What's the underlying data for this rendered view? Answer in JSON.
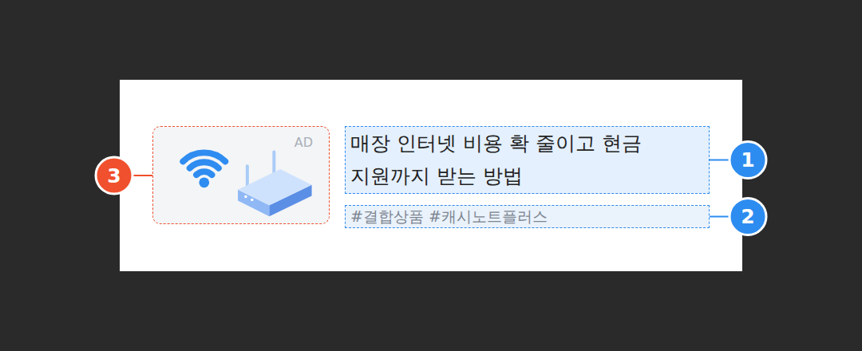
{
  "diagram": {
    "nodes": [
      {
        "text": [
          "AD"
        ]
      },
      {
        "text": [
          "매장 인터넷 비용 확 줄이고 현금 지원까지 받는 방법"
        ]
      },
      {
        "text": [
          "#결합상품 #캐시노트플러스"
        ]
      }
    ],
    "labels": [
      "1",
      "2",
      "3"
    ]
  }
}
